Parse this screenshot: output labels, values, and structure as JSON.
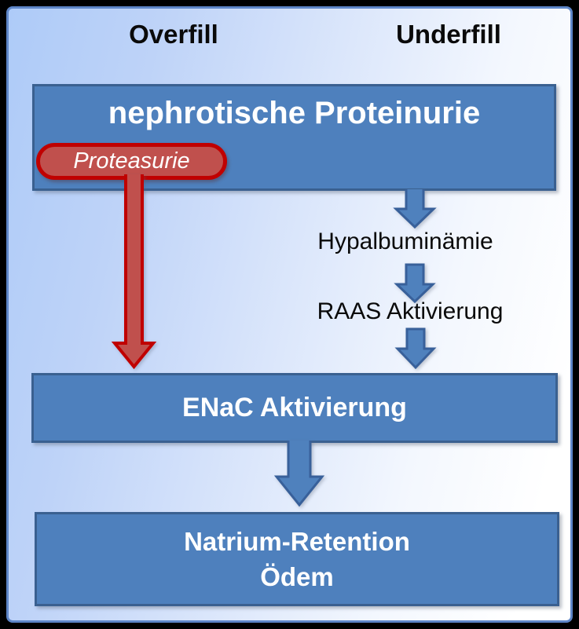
{
  "diagram": {
    "column_headers": {
      "left": "Overfill",
      "right": "Underfill"
    },
    "boxes": {
      "proteinurie": {
        "label": "nephrotische Proteinurie"
      },
      "enac": {
        "label": "ENaC Aktivierung"
      },
      "natrium": {
        "line1": "Natrium-Retention",
        "line2": "Ödem"
      }
    },
    "pill": {
      "label": "Proteasurie"
    },
    "nodes": {
      "hypalbuminaemie": "Hypalbuminämie",
      "raas": "RAAS Aktivierung"
    },
    "colors": {
      "box_fill": "#4E80BD",
      "box_border": "#3A6090",
      "blue_arrow_fill": "#4F81BD",
      "blue_arrow_border": "#38609A",
      "red_pill_fill": "#C0504D",
      "red_border": "#C00000",
      "background_blue": "#AECBF8",
      "background_white": "#FFFFFF",
      "frame": "#000000"
    }
  }
}
